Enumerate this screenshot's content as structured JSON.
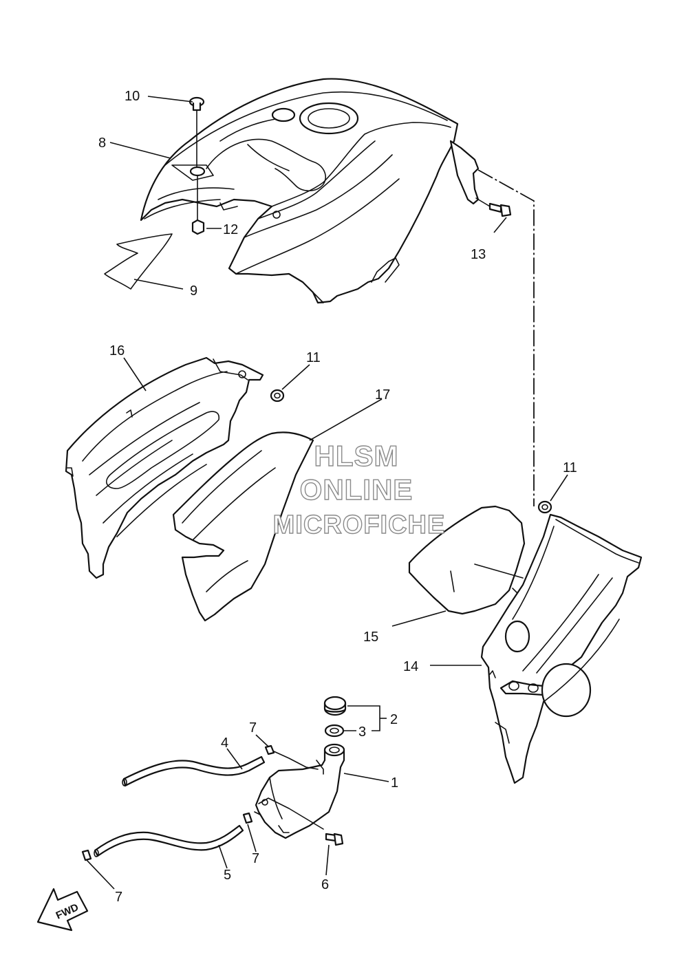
{
  "diagram": {
    "callouts": [
      {
        "id": "c1",
        "text": "1"
      },
      {
        "id": "c2",
        "text": "2"
      },
      {
        "id": "c3",
        "text": "3"
      },
      {
        "id": "c4",
        "text": "4"
      },
      {
        "id": "c5",
        "text": "5"
      },
      {
        "id": "c6",
        "text": "6"
      },
      {
        "id": "c7a",
        "text": "7"
      },
      {
        "id": "c7b",
        "text": "7"
      },
      {
        "id": "c7c",
        "text": "7"
      },
      {
        "id": "c8",
        "text": "8"
      },
      {
        "id": "c9",
        "text": "9"
      },
      {
        "id": "c10",
        "text": "10"
      },
      {
        "id": "c11a",
        "text": "11"
      },
      {
        "id": "c11b",
        "text": "11"
      },
      {
        "id": "c12",
        "text": "12"
      },
      {
        "id": "c13",
        "text": "13"
      },
      {
        "id": "c14",
        "text": "14"
      },
      {
        "id": "c15",
        "text": "15"
      },
      {
        "id": "c16",
        "text": "16"
      },
      {
        "id": "c17",
        "text": "17"
      }
    ],
    "watermark": {
      "line1": "HLSM",
      "line2": "ONLINE",
      "line3": "MICROFICHE",
      "color": "#8a8a8a"
    },
    "fwd_arrow": {
      "label": "FWD"
    }
  }
}
